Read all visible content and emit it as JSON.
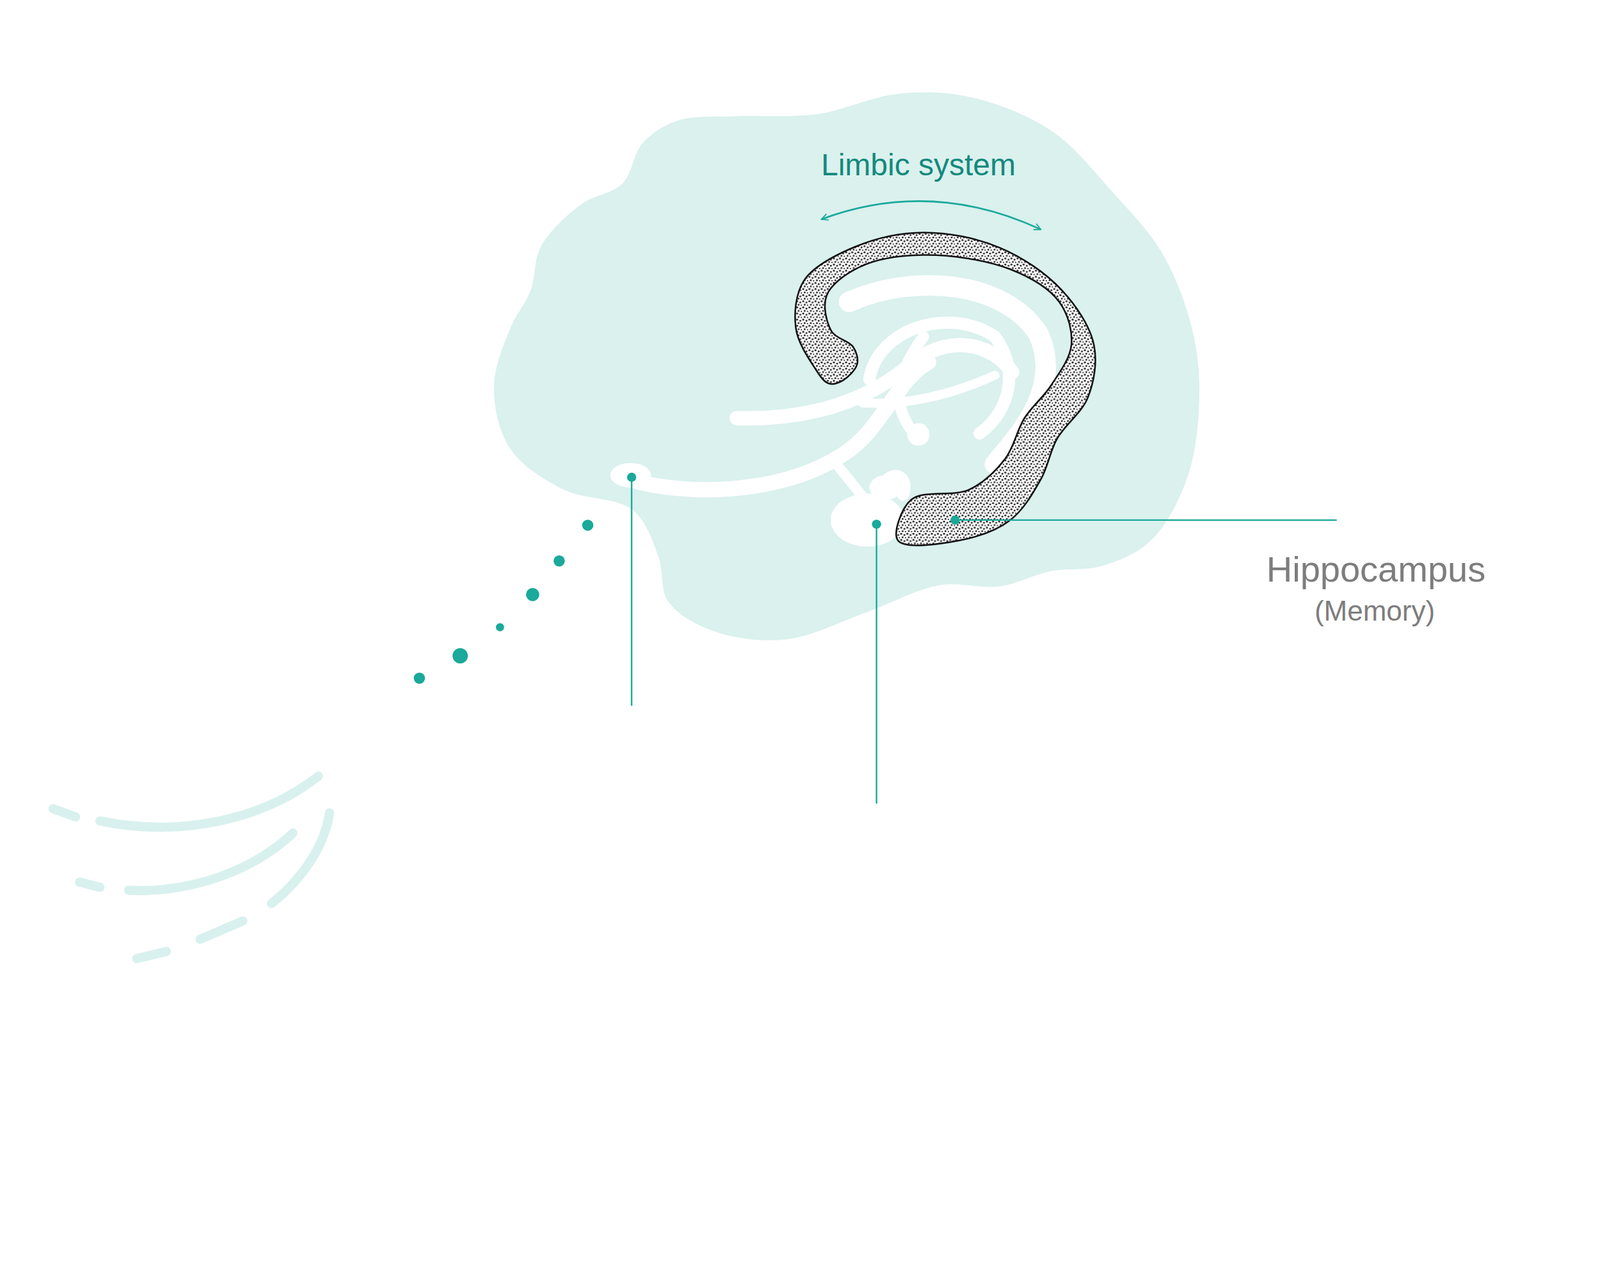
{
  "diagram": {
    "labels": [
      "Limbic system",
      "Hippocampus",
      "(Memory)"
    ]
  }
}
